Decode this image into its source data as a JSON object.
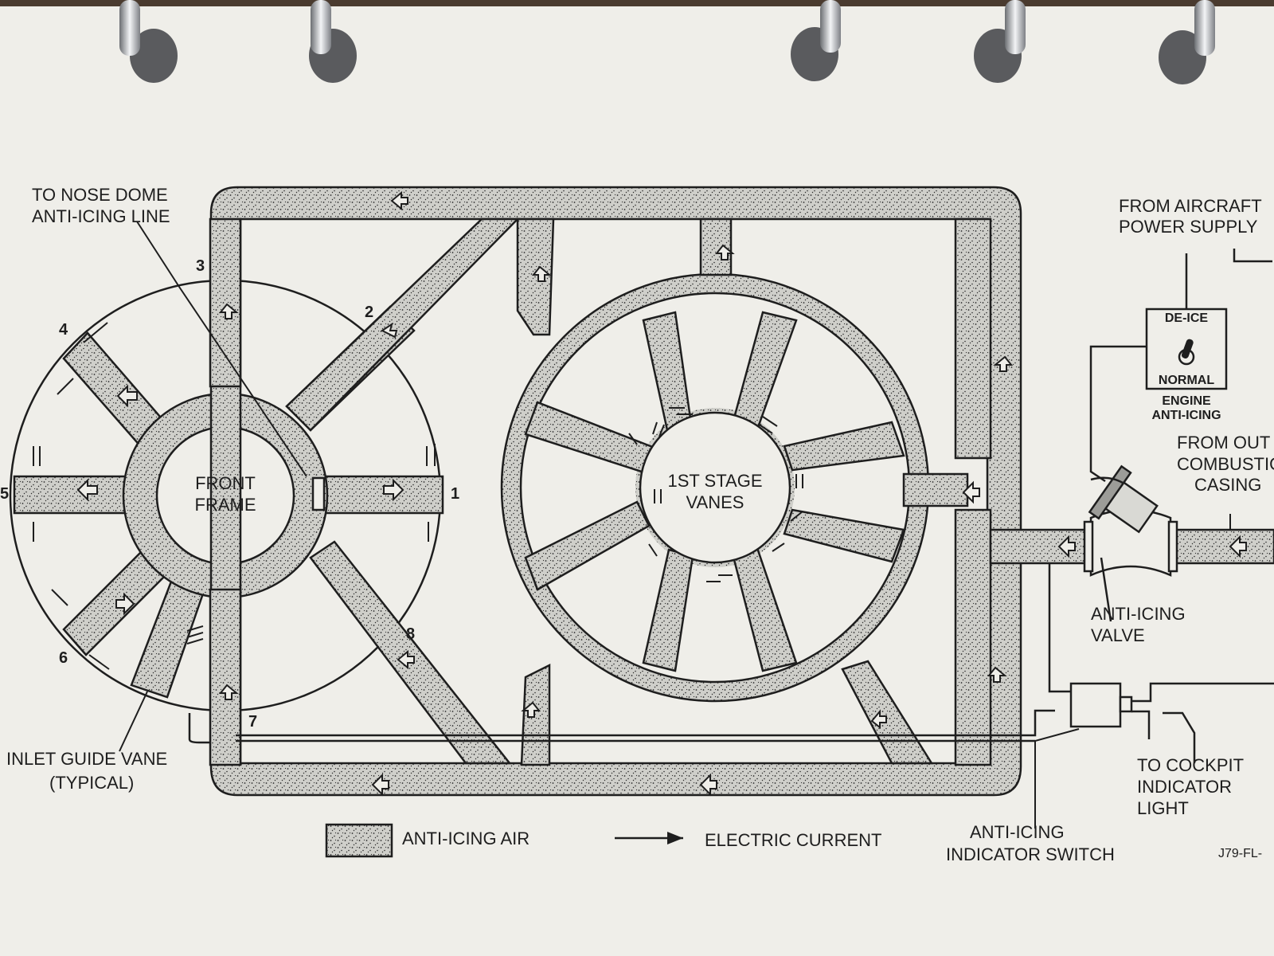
{
  "labels": {
    "nose_dome": [
      "TO NOSE DOME",
      "ANTI-ICING LINE"
    ],
    "front_frame": [
      "FRONT",
      "FRAME"
    ],
    "stage_vanes": [
      "1ST STAGE",
      "VANES"
    ],
    "power_supply": [
      "FROM AIRCRAFT",
      "POWER SUPPLY"
    ],
    "switch_top": "DE-ICE",
    "switch_bottom": "NORMAL",
    "switch_caption": [
      "ENGINE",
      "ANTI-ICING"
    ],
    "combustion": [
      "FROM OUT",
      "COMBUSTIO",
      "CASING"
    ],
    "valve": [
      "ANTI-ICING",
      "VALVE"
    ],
    "inlet_guide_vane": [
      "INLET GUIDE VANE",
      "(TYPICAL)"
    ],
    "cockpit": [
      "TO COCKPIT",
      "INDICATOR",
      "LIGHT"
    ],
    "indicator_switch": [
      "ANTI-ICING",
      "INDICATOR SWITCH"
    ],
    "drawing_number": "J79-FL-"
  },
  "strut_numbers": [
    "1",
    "2",
    "3",
    "4",
    "5",
    "6",
    "7",
    "8"
  ],
  "legend": {
    "air": "ANTI-ICING AIR",
    "current": "ELECTRIC CURRENT"
  },
  "colors": {
    "paper": "#efeee9",
    "ink": "#1e1e1e",
    "stipple": "#c9c9c4",
    "binding_ring": "#b9bcc0"
  },
  "icons": {
    "flow": "hollow-arrow-icon",
    "current": "arrow-icon",
    "toggle": "toggle-switch-icon"
  }
}
